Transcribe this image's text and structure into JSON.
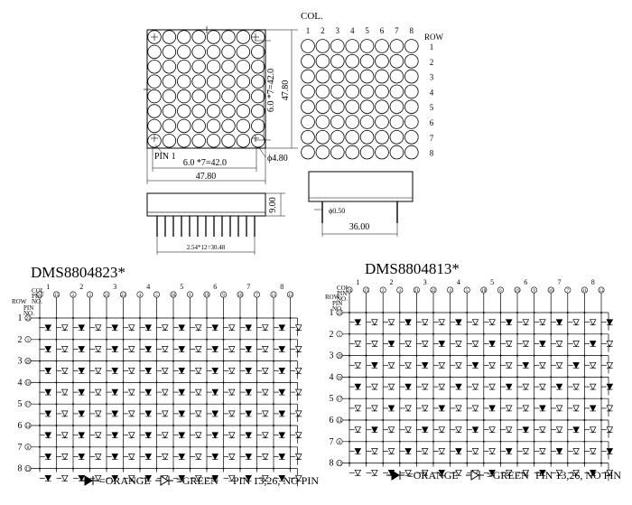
{
  "top": {
    "col_label": "COL.",
    "row_label": "ROW",
    "col_numbers": [
      "1",
      "2",
      "3",
      "4",
      "5",
      "6",
      "7",
      "8"
    ],
    "row_numbers": [
      "1",
      "2",
      "3",
      "4",
      "5",
      "6",
      "7",
      "8"
    ],
    "dim_pitch_vertical": "6.0 *7=42.0",
    "dim_height": "47.80",
    "dim_pitch_horizontal": "6.0 *7=42.0",
    "dim_dot": "ϕ4.80",
    "pin_label": "PIN 1",
    "dim_width": "47.80",
    "dim_body": "9.00",
    "dim_pin_dia": "ϕ0.50",
    "dim_pin_row": "36.00",
    "dim_pin_pitch": "2.54*12=30.48"
  },
  "schematics": [
    {
      "title": "DMS8804823*",
      "col_header": "COL",
      "pin_header": "PIN",
      "no_header": "NO.",
      "row_header": "ROW",
      "col_numbers": [
        "1",
        "2",
        "3",
        "4",
        "5",
        "6",
        "7",
        "8"
      ],
      "col_pins": [
        "24",
        "15",
        "2",
        "3",
        "21",
        "22",
        "4",
        "5",
        "18",
        "6",
        "19",
        "9",
        "10",
        "7",
        "11",
        "12"
      ],
      "row_numbers": [
        "1",
        "2",
        "3",
        "4",
        "5",
        "6",
        "7",
        "8"
      ],
      "row_pins": [
        "23",
        "1",
        "20",
        "16",
        "17",
        "14",
        "8",
        "13"
      ]
    },
    {
      "title": "DMS8804813*",
      "col_header": "COL",
      "pin_header": "PIN",
      "no_header": "NO.",
      "row_header": "ROW",
      "col_numbers": [
        "1",
        "2",
        "3",
        "4",
        "5",
        "6",
        "7",
        "8"
      ],
      "col_pins": [
        "24",
        "15",
        "2",
        "3",
        "21",
        "22",
        "4",
        "5",
        "18",
        "6",
        "19",
        "9",
        "10",
        "7",
        "11",
        "12"
      ],
      "row_numbers": [
        "1",
        "2",
        "3",
        "4",
        "5",
        "6",
        "7",
        "8"
      ],
      "row_pins": [
        "23",
        "1",
        "20",
        "16",
        "17",
        "14",
        "8",
        "13"
      ]
    }
  ],
  "legend": {
    "orange": "=ORANGE",
    "green": "=GREEN",
    "note": "PIN 13,26, NO PIN"
  }
}
